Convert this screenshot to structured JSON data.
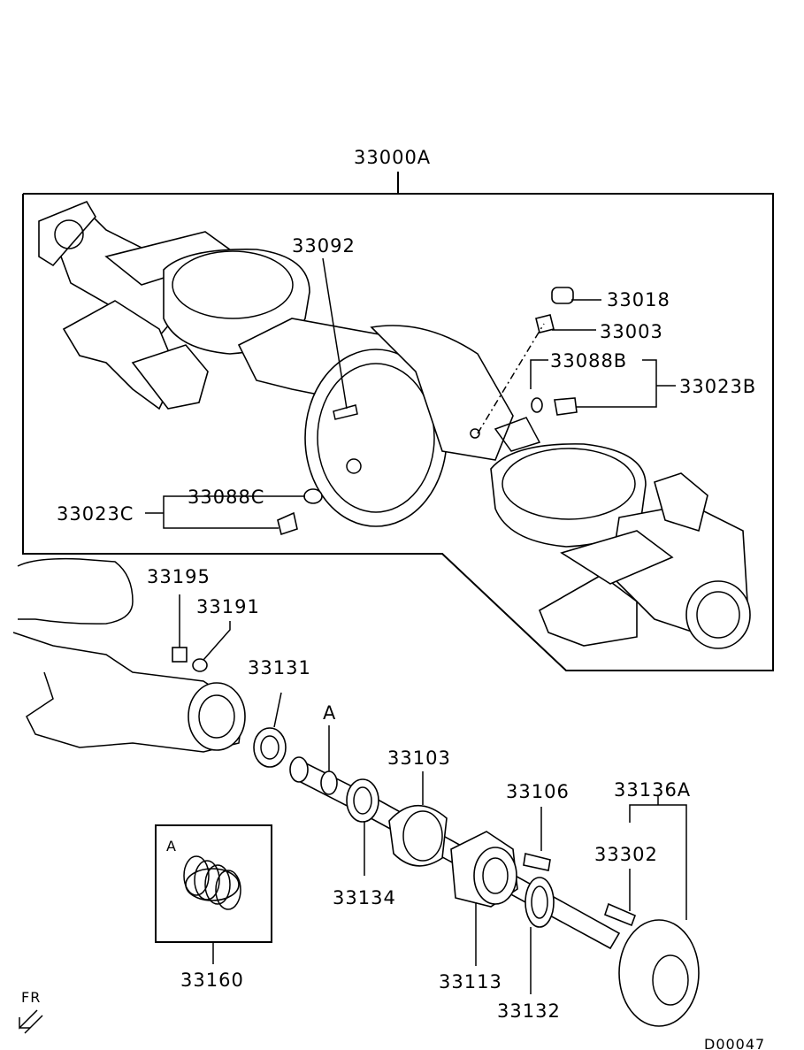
{
  "diagram": {
    "callouts": {
      "assembly": "33000A",
      "p33092": "33092",
      "p33018": "33018",
      "p33003": "33003",
      "p33088B": "33088B",
      "p33023B": "33023B",
      "p33088C": "33088C",
      "p33023C": "33023C",
      "p33195": "33195",
      "p33191": "33191",
      "p33131": "33131",
      "refA": "A",
      "p33103": "33103",
      "p33106": "33106",
      "p33136A": "33136A",
      "p33302": "33302",
      "p33134": "33134",
      "p33113": "33113",
      "p33132": "33132",
      "p33160": "33160",
      "insetA": "A"
    },
    "direction": "FR",
    "drawing_number": "D00047"
  }
}
